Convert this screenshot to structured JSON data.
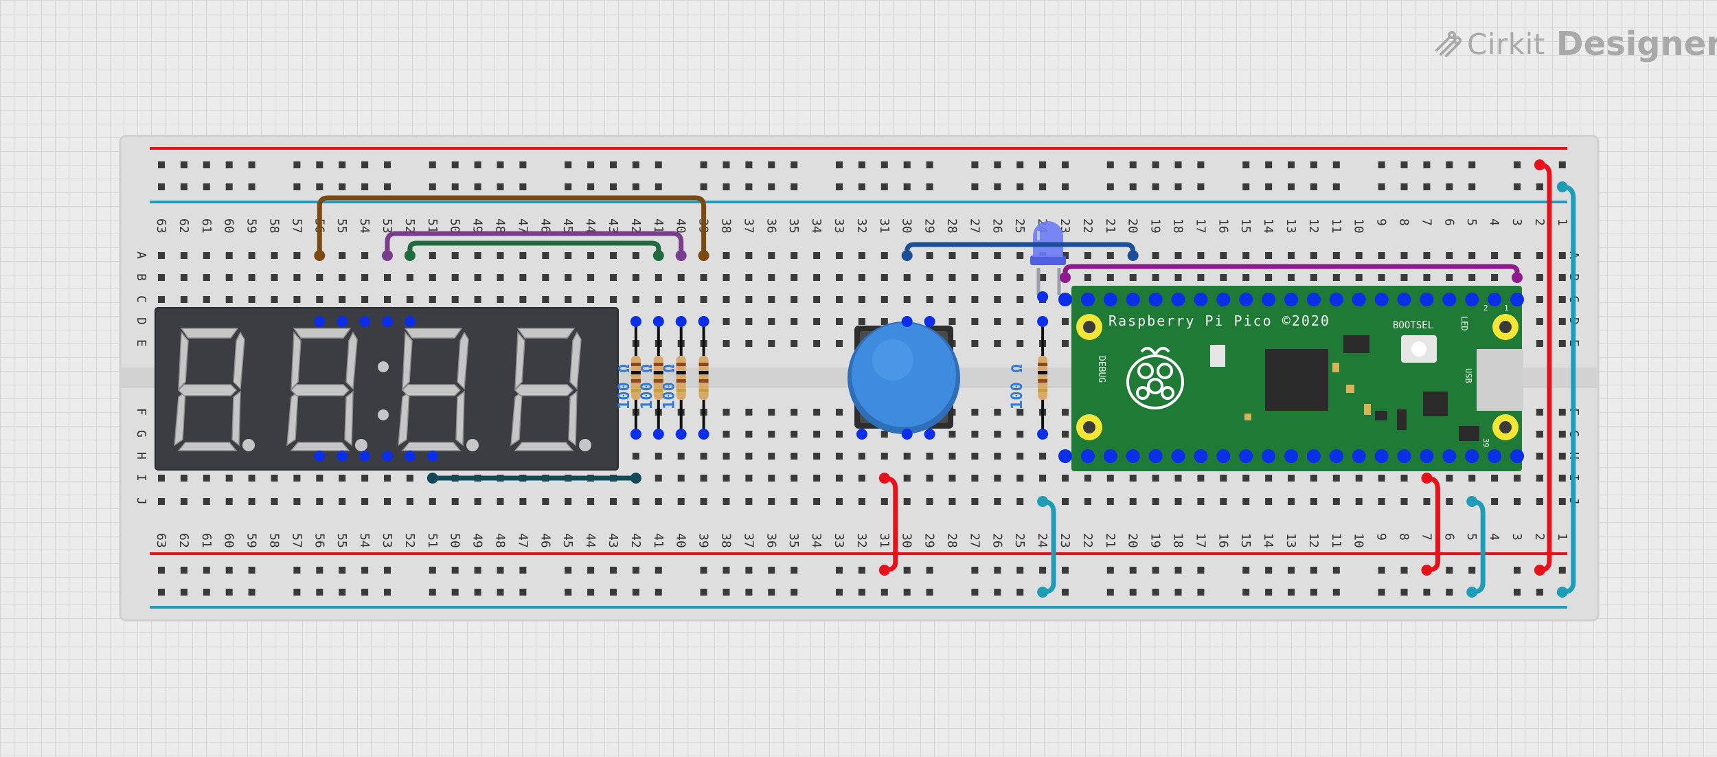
{
  "logo": {
    "brand": "Cirkit",
    "product": "Designer"
  },
  "breadboard": {
    "columns": [
      63,
      62,
      61,
      60,
      59,
      58,
      57,
      56,
      55,
      54,
      53,
      52,
      51,
      50,
      49,
      48,
      47,
      46,
      45,
      44,
      43,
      42,
      41,
      40,
      39,
      38,
      37,
      36,
      35,
      34,
      33,
      32,
      31,
      30,
      29,
      28,
      27,
      26,
      25,
      24,
      23,
      22,
      21,
      20,
      19,
      18,
      17,
      16,
      15,
      14,
      13,
      12,
      11,
      10,
      9,
      8,
      7,
      6,
      5,
      4,
      3,
      2,
      1
    ],
    "rows_top": [
      "A",
      "B",
      "C",
      "D",
      "E"
    ],
    "rows_bottom": [
      "F",
      "G",
      "H",
      "I",
      "J"
    ]
  },
  "components": {
    "resistor_labels": [
      "100 Ω",
      "100 Ω",
      "100 Ω",
      "100 Ω"
    ],
    "pico": {
      "title": "Raspberry Pi Pico ©2020",
      "debug": "DEBUG",
      "bootsel": "BOOTSEL",
      "led": "LED",
      "usb": "USB",
      "pin1": "1",
      "pin2": "2",
      "pin39": "39"
    }
  },
  "colors": {
    "power": "#e8101a",
    "ground": "#1e9cb8",
    "pico_board": "#1e7a34",
    "led": "#5a6cf0",
    "button": "#3f8be0"
  }
}
